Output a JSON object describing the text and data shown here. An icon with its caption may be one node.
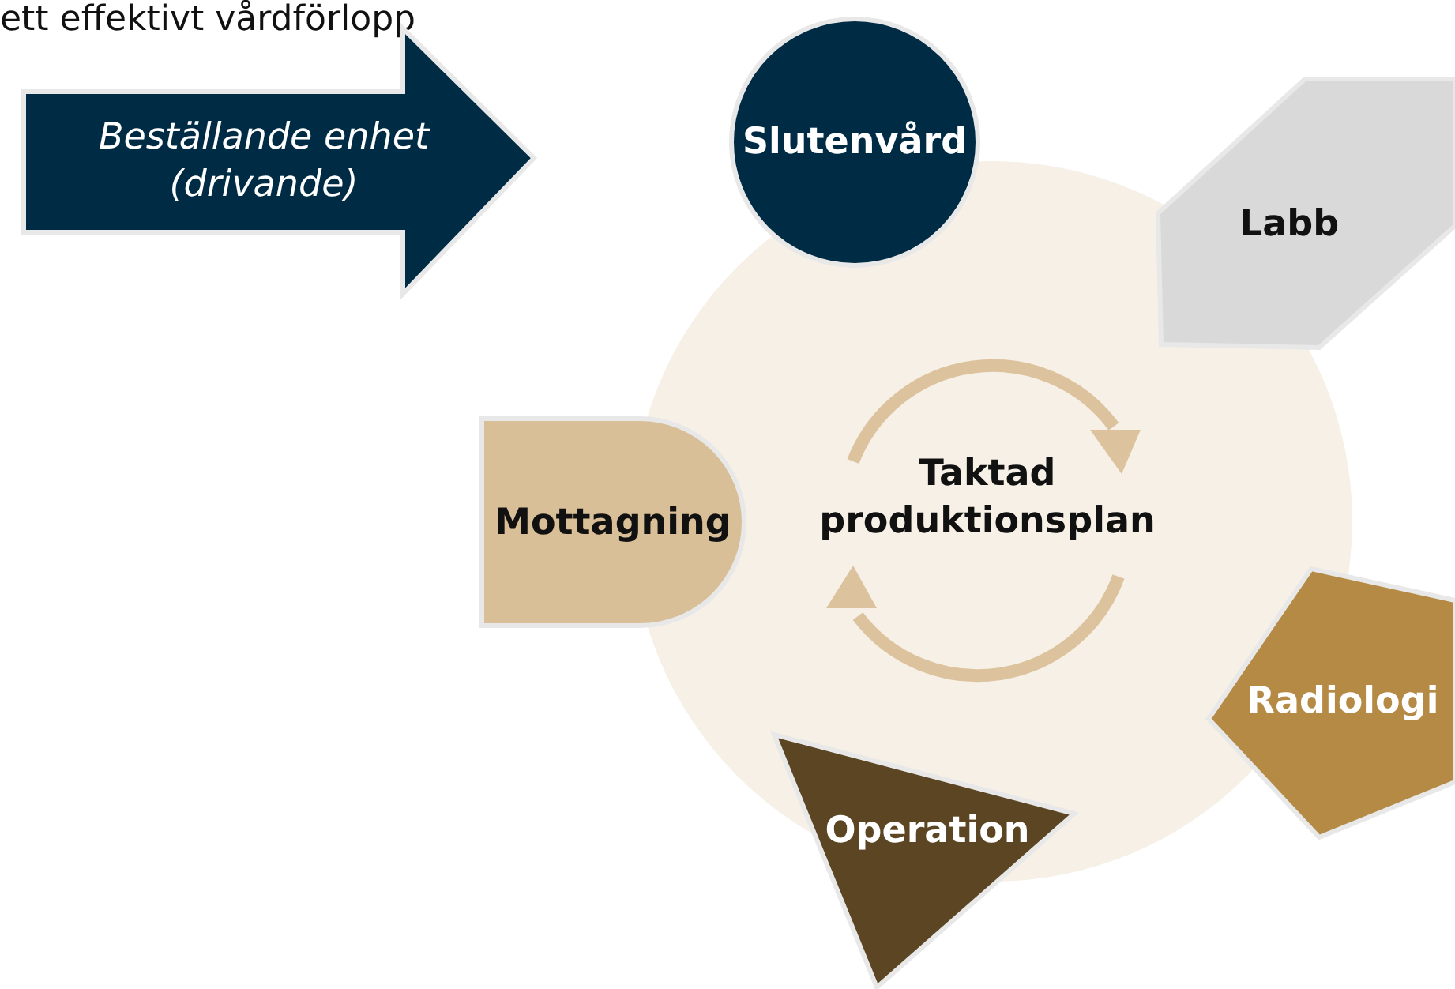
{
  "diagram": {
    "title": "ett effektivt vårdförlopp",
    "nodes": [
      {
        "text": [
          "Beställande enhet (drivande)"
        ]
      },
      {
        "text": [
          "Slutenvård"
        ]
      },
      {
        "text": [
          "Labb"
        ]
      },
      {
        "text": [
          "Mottagning"
        ]
      },
      {
        "text": [
          "Taktad produktionsplan"
        ]
      },
      {
        "text": [
          "Radiologi"
        ]
      },
      {
        "text": [
          "Operation"
        ]
      }
    ],
    "edges": []
  }
}
